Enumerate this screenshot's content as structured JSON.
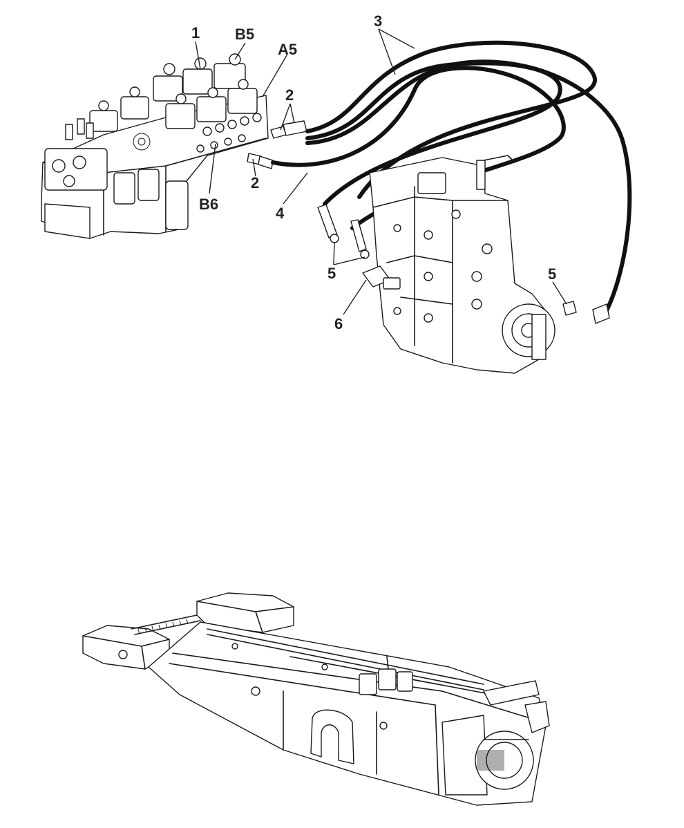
{
  "colors": {
    "line": "#1a1a1a",
    "background": "#ffffff",
    "label": "#222222"
  },
  "callouts": {
    "c1": "1",
    "cB5": "B5",
    "cA5": "A5",
    "c3": "3",
    "c2a": "2",
    "c2b": "2",
    "cB6": "B6",
    "c4": "4",
    "c5a": "5",
    "c5b": "5",
    "c6": "6"
  }
}
